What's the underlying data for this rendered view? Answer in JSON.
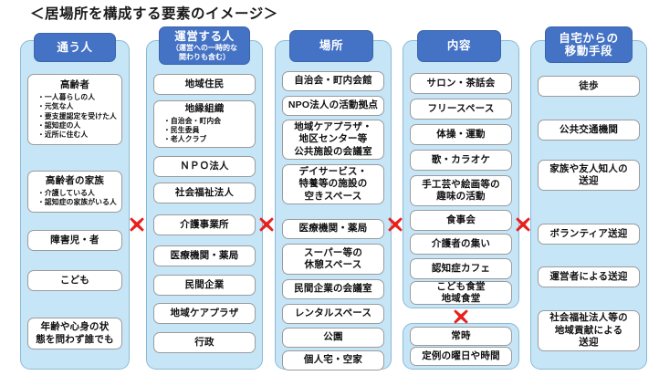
{
  "title": "＜居場所を構成する要素のイメージ＞",
  "theme": {
    "header_blue": "#4472C4",
    "panel_blue": "#C6E6F8",
    "item_white": "#FFFFFF",
    "x_red": "#E8201C"
  },
  "operators": [
    {
      "name": "multiply-1",
      "label": "✕"
    },
    {
      "name": "multiply-2",
      "label": "✕"
    },
    {
      "name": "multiply-3",
      "label": "✕"
    },
    {
      "name": "multiply-4",
      "label": "✕"
    },
    {
      "name": "multiply-5",
      "label": "✕"
    }
  ],
  "columns": [
    {
      "id": "kayou-hito",
      "header": {
        "main": "通う人",
        "sub": ""
      },
      "items": [
        {
          "title": "高齢者",
          "bullets": [
            "・一人暮らしの人",
            "・元気な人",
            "・要支援認定を受けた人",
            "・認知症の人",
            "・近所に住む人"
          ]
        },
        {
          "title": "高齢者の家族",
          "bullets": [
            "・介護している人",
            "・認知症の家族がいる人"
          ]
        },
        {
          "title": "障害児・者",
          "bullets": []
        },
        {
          "title": "こども",
          "bullets": []
        },
        {
          "title": "年齢や心身の状\n態を問わず誰でも",
          "bullets": []
        }
      ]
    },
    {
      "id": "unei-suru-hito",
      "header": {
        "main": "運営する人",
        "sub": "（運営への一時的な\n関わりも含む）"
      },
      "items": [
        {
          "title": "地域住民",
          "bullets": []
        },
        {
          "title": "地縁組織",
          "bullets": [
            "・自治会・町内会",
            "・民生委員",
            "・老人クラブ"
          ]
        },
        {
          "title": "ＮＰＯ法人",
          "bullets": []
        },
        {
          "title": "社会福祉法人",
          "bullets": []
        },
        {
          "title": "介護事業所",
          "bullets": []
        },
        {
          "title": "医療機関・薬局",
          "bullets": []
        },
        {
          "title": "民間企業",
          "bullets": []
        },
        {
          "title": "地域ケアプラザ",
          "bullets": []
        },
        {
          "title": "行政",
          "bullets": []
        }
      ]
    },
    {
      "id": "basho",
      "header": {
        "main": "場所",
        "sub": ""
      },
      "items": [
        {
          "title": "自治会・町内会館",
          "bullets": []
        },
        {
          "title": "NPO法人の活動拠点",
          "bullets": []
        },
        {
          "title": "地域ケアプラザ・\n地区センター等\n公共施設の会議室",
          "bullets": []
        },
        {
          "title": "デイサービス・\n特養等の施設の\n空きスペース",
          "bullets": []
        },
        {
          "title": "医療機関・薬局",
          "bullets": []
        },
        {
          "title": "スーパー等の\n休憩スペース",
          "bullets": []
        },
        {
          "title": "民間企業の会議室",
          "bullets": []
        },
        {
          "title": "レンタルスペース",
          "bullets": []
        },
        {
          "title": "公園",
          "bullets": []
        },
        {
          "title": "個人宅・空家",
          "bullets": []
        }
      ]
    },
    {
      "id": "naiyou",
      "header": {
        "main": "内容",
        "sub": ""
      },
      "items": [
        {
          "title": "サロン・茶話会",
          "bullets": []
        },
        {
          "title": "フリースペース",
          "bullets": []
        },
        {
          "title": "体操・運動",
          "bullets": []
        },
        {
          "title": "歌・カラオケ",
          "bullets": []
        },
        {
          "title": "手工芸や絵画等の\n趣味の活動",
          "bullets": []
        },
        {
          "title": "食事会",
          "bullets": []
        },
        {
          "title": "介護者の集い",
          "bullets": []
        },
        {
          "title": "認知症カフェ",
          "bullets": []
        },
        {
          "title": "こども食堂\n地域食堂",
          "bullets": []
        }
      ],
      "sub_panel": {
        "items": [
          {
            "title": "常時",
            "bullets": []
          },
          {
            "title": "定例の曜日や時間",
            "bullets": []
          }
        ]
      }
    },
    {
      "id": "idou-shudan",
      "header": {
        "main": "自宅からの\n移動手段",
        "sub": ""
      },
      "items": [
        {
          "title": "徒歩",
          "bullets": []
        },
        {
          "title": "公共交通機関",
          "bullets": []
        },
        {
          "title": "家族や友人知人の\n送迎",
          "bullets": []
        },
        {
          "title": "ボランティア送迎",
          "bullets": []
        },
        {
          "title": "運営者による送迎",
          "bullets": []
        },
        {
          "title": "社会福祉法人等の\n地域貢献による\n送迎",
          "bullets": []
        }
      ]
    }
  ]
}
